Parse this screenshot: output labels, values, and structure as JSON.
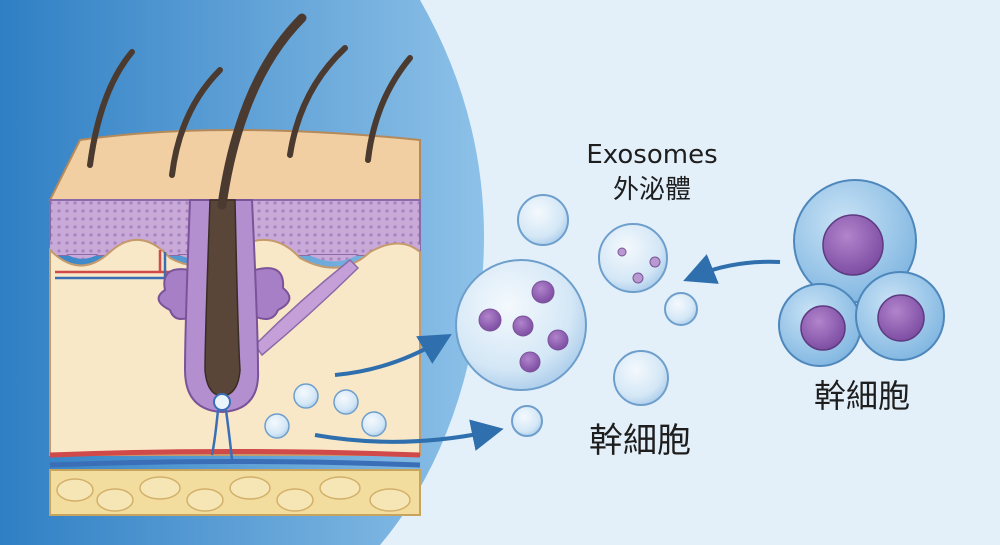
{
  "labels": {
    "exosomes_en": "Exosomes",
    "exosomes_zh": "外泌體",
    "stem_cell_center": "幹細胞",
    "stem_cell_right": "幹細胞"
  },
  "colors": {
    "background": "#e3f0fa",
    "left_panel": "#3b8ccc",
    "arrow": "#2f6fae",
    "nucleus": "#8e5ab0",
    "cell": "#9fcbea"
  }
}
